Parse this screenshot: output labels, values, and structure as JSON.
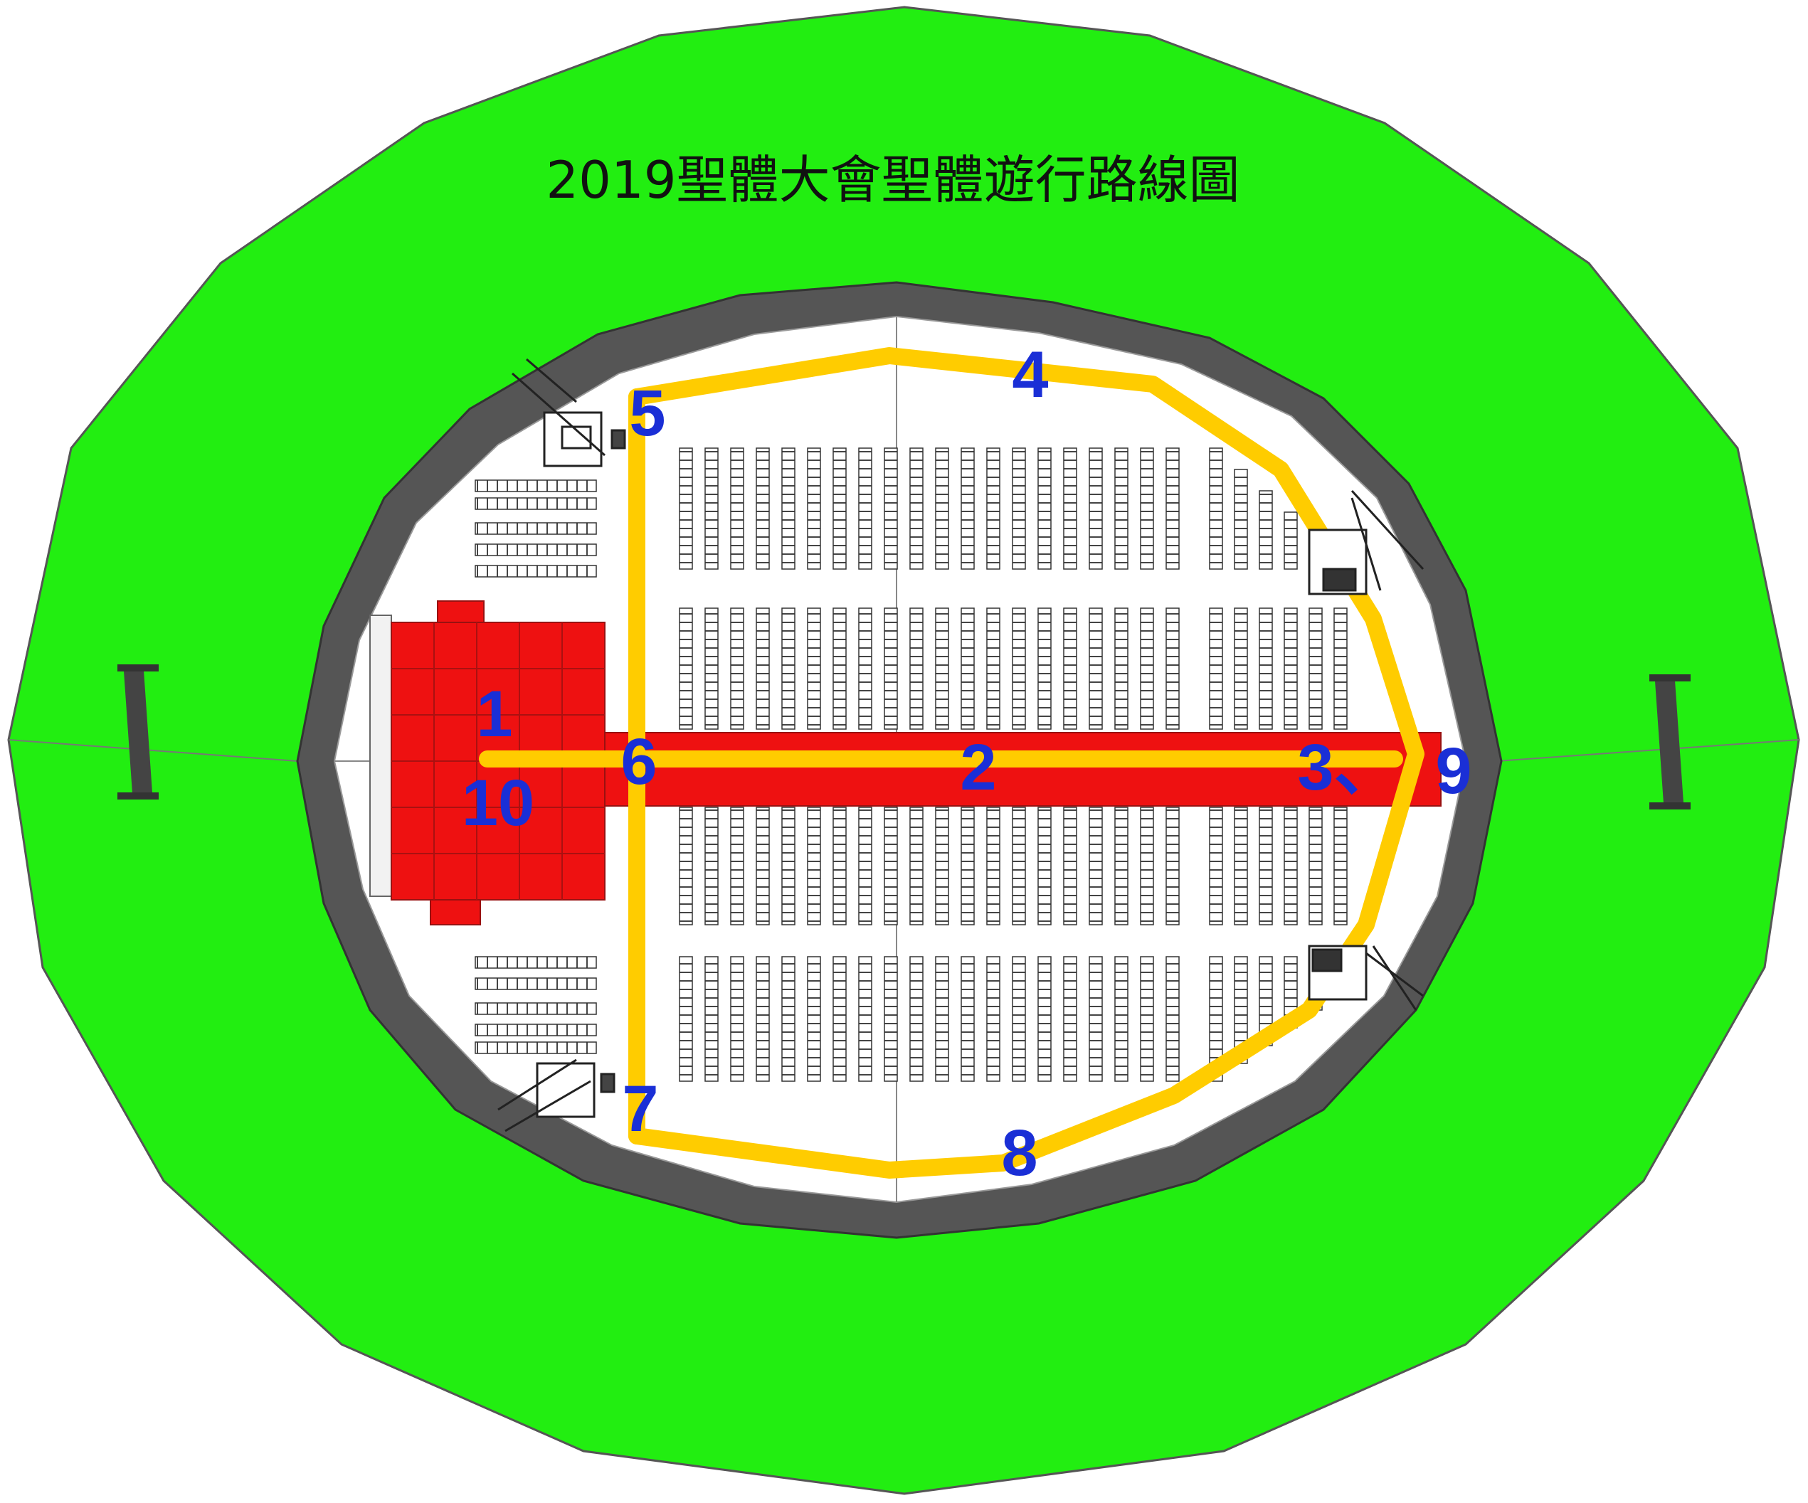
{
  "map": {
    "title": "2019聖體大會聖體遊行路線圖",
    "route_stop_labels": [
      "1",
      "2",
      "3、",
      "4",
      "5",
      "6",
      "7",
      "8",
      "9",
      "10"
    ],
    "colors": {
      "field_green": "#22ee11",
      "track_gray": "#555555",
      "floor_white": "#ffffff",
      "stage_red": "#ee1111",
      "route_yellow": "#ffcc00",
      "label_blue": "#1a2fd6",
      "title_black": "#111111"
    },
    "icons": [
      "stage-block",
      "center-aisle-carpet",
      "camera-crane-icon",
      "goal-post-icon",
      "seat-block"
    ]
  }
}
